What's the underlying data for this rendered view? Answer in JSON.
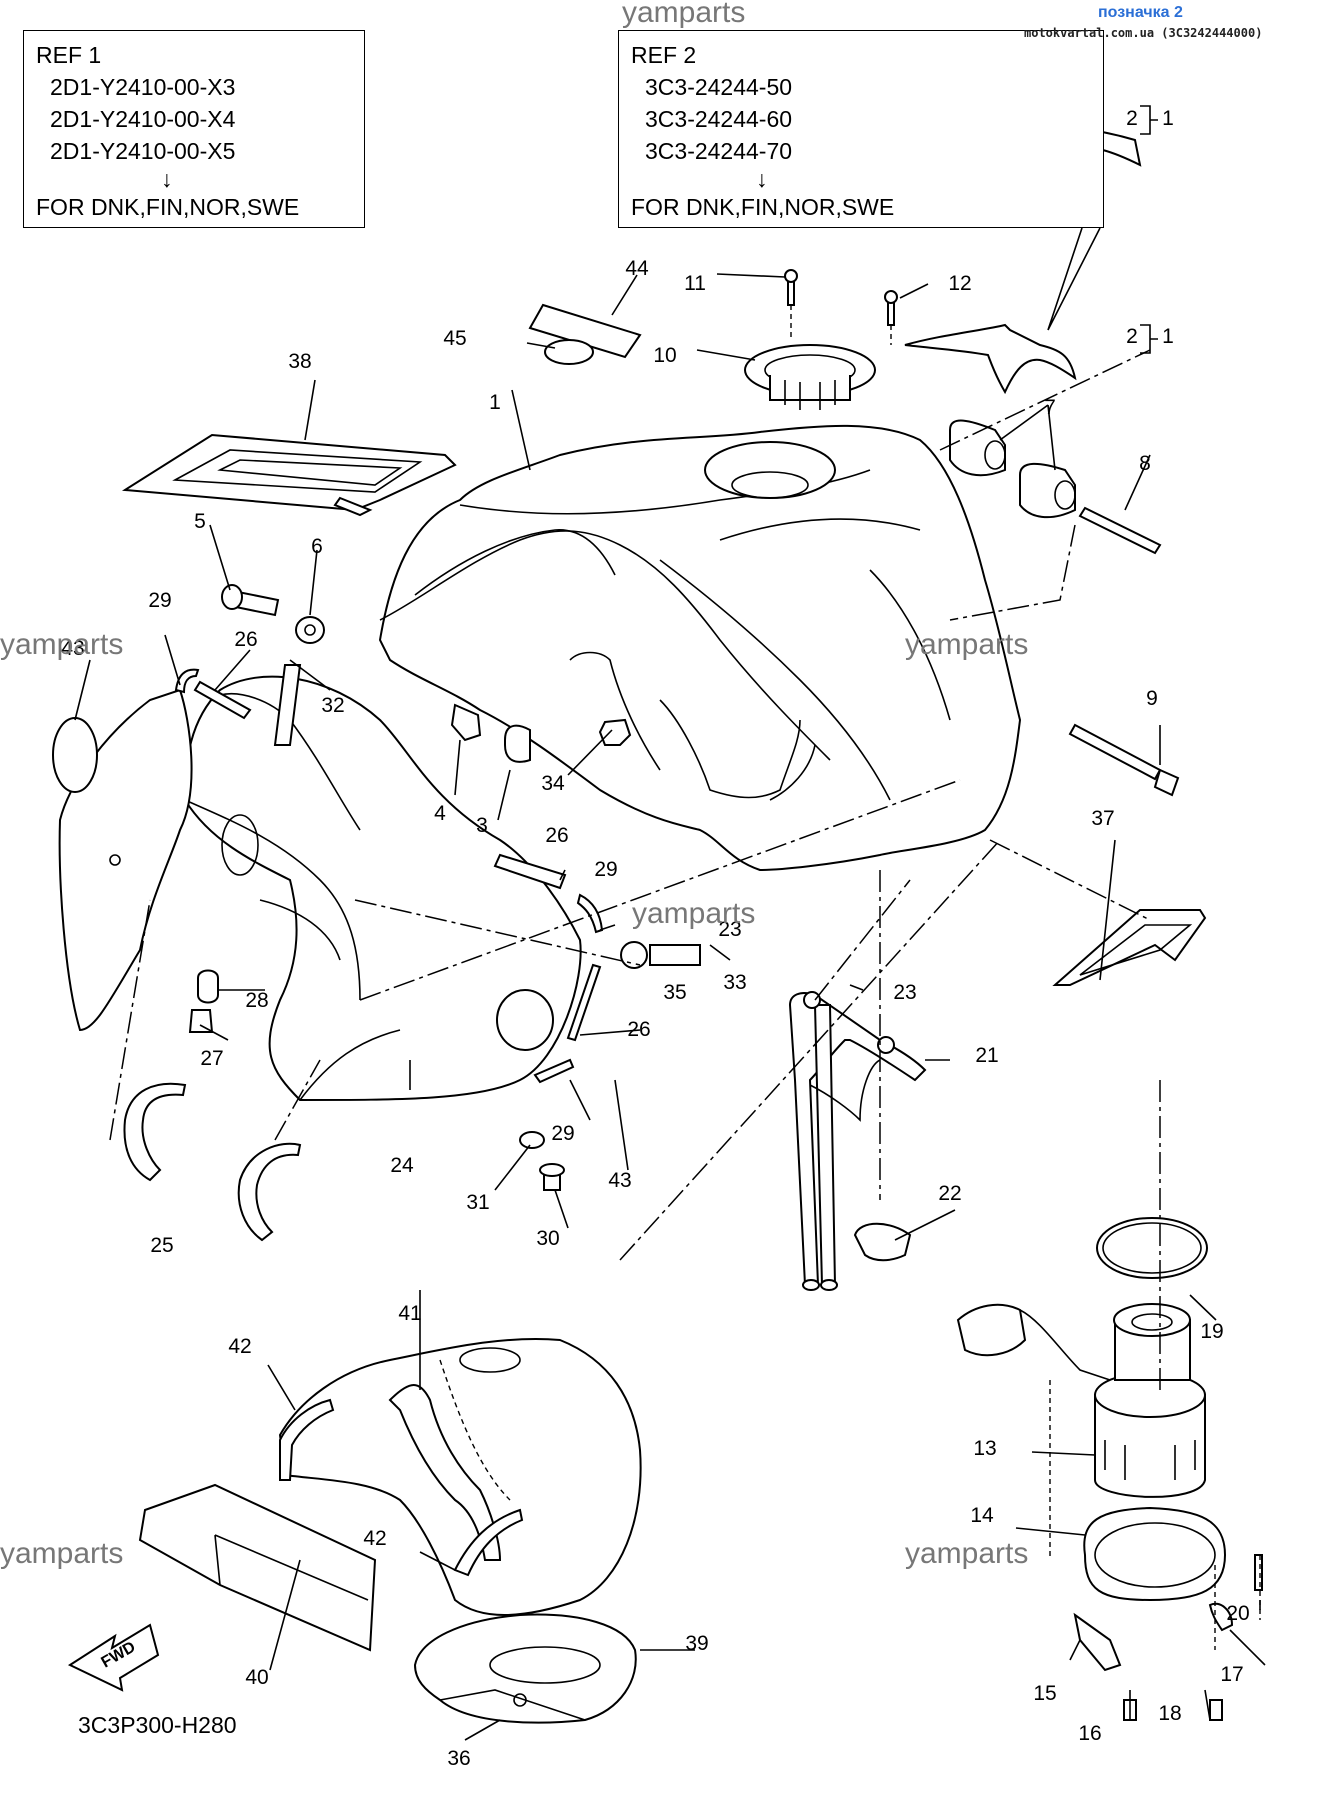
{
  "header": {
    "watermark_top": "yamparts",
    "badge": "позначка 2",
    "site_line": "motokvartal.com.ua (3C3242444000)"
  },
  "ref1": {
    "title": "REF 1",
    "parts": [
      "2D1-Y2410-00-X3",
      "2D1-Y2410-00-X4",
      "2D1-Y2410-00-X5"
    ],
    "note": "FOR DNK,FIN,NOR,SWE"
  },
  "ref2": {
    "title": "REF 2",
    "parts": [
      "3C3-24244-50",
      "3C3-24244-60",
      "3C3-24244-70"
    ],
    "note": "FOR DNK,FIN,NOR,SWE"
  },
  "watermarks": [
    "yamparts",
    "yamparts",
    "yamparts",
    "yamparts",
    "yamparts"
  ],
  "diagram_code": "3C3P300-H280",
  "fwd_label": "FWD",
  "callouts": [
    "44",
    "11",
    "12",
    "45",
    "10",
    "2",
    "1",
    "2",
    "1",
    "38",
    "1",
    "7",
    "8",
    "5",
    "6",
    "29",
    "26",
    "43",
    "32",
    "4",
    "3",
    "34",
    "9",
    "37",
    "26",
    "29",
    "23",
    "23",
    "28",
    "35",
    "33",
    "21",
    "27",
    "26",
    "25",
    "29",
    "43",
    "24",
    "31",
    "30",
    "22",
    "41",
    "42",
    "19",
    "13",
    "42",
    "14",
    "20",
    "40",
    "39",
    "15",
    "16",
    "18",
    "17",
    "36"
  ],
  "colors": {
    "line": "#000000",
    "watermark": "#777777",
    "badge": "#2b6fd6"
  }
}
